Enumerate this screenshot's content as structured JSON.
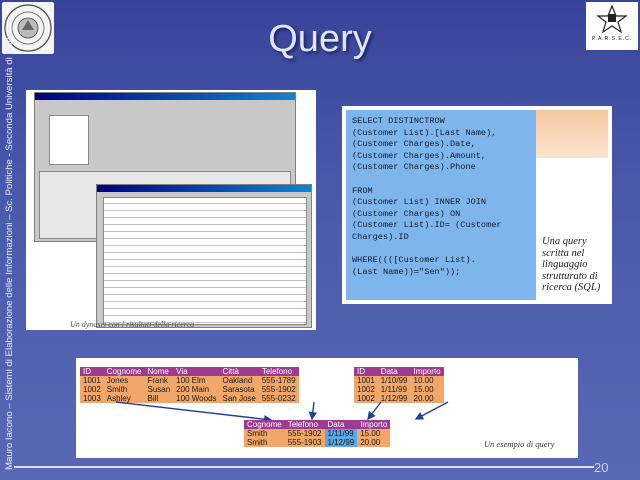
{
  "slide": {
    "title": "Query",
    "page_number": "20",
    "side_text": "Mauro Iacono – Sistemi di Elaborazione delle Informazioni – Sc. Politiche - Seconda Università di Napoli"
  },
  "logos": {
    "right_label": "P.A.R.S.E.C."
  },
  "screenshot": {
    "caption": "Un dynaset con i risultati della ricerca"
  },
  "sql": {
    "lines": [
      "SELECT DISTINCTROW",
      "(Customer List).[Last Name),",
      "(Customer Charges).Date,",
      "(Customer Charges).Amount,",
      "(Customer Charges).Phone",
      "",
      "FROM",
      "(Customer List) INNER JOIN",
      "(Customer Charges) ON",
      "(Customer List).ID= (Customer",
      "Charges).ID",
      "",
      "WHERE((([Customer List).",
      "(Last Name))=\"Sen\"));"
    ],
    "description": "Una query scritta nel linguaggio strutturato di ricerca (SQL)"
  },
  "example": {
    "caption": "Un esempio di query",
    "table1": {
      "headers": [
        "ID",
        "Cognome",
        "Nome",
        "Via",
        "Città",
        "Telefono"
      ],
      "rows": [
        [
          "1001",
          "Jones",
          "Frank",
          "100 Elm",
          "Oakland",
          "555-1789"
        ],
        [
          "1002",
          "Smith",
          "Susan",
          "200 Main",
          "Sarasota",
          "555-1902"
        ],
        [
          "1003",
          "Ashley",
          "Bill",
          "100 Woods",
          "San Jose",
          "555-0232"
        ]
      ]
    },
    "table2": {
      "headers": [
        "ID",
        "Data",
        "Importo"
      ],
      "rows": [
        [
          "1001",
          "1/10/99",
          "10.00"
        ],
        [
          "1002",
          "1/11/99",
          "15.00"
        ],
        [
          "1002",
          "1/12/99",
          "20.00"
        ]
      ]
    },
    "result": {
      "headers": [
        "Cognome",
        "Telefono",
        "Data",
        "Importo"
      ],
      "rows": [
        [
          "Smith",
          "555-1902",
          "1/11/99",
          "15.00"
        ],
        [
          "Smith",
          "555-1903",
          "1/12/99",
          "20.00"
        ]
      ]
    }
  }
}
